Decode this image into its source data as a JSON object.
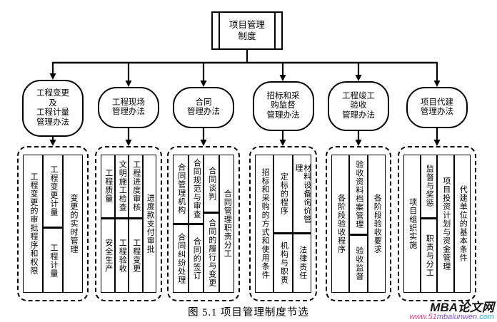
{
  "figure": {
    "root_title": "项目管理\n制度",
    "caption": "图 5.1 项目管理制度节选",
    "watermark": {
      "brand": "MBA论文网",
      "url_segments": [
        {
          "text": "www.51",
          "color": "#d94f8e"
        },
        {
          "text": "mbalunwen",
          "color": "#7d55c8"
        },
        {
          "text": ".com",
          "color": "#2bb3d8"
        }
      ]
    }
  },
  "branches": [
    {
      "oval": "工程变更\n及\n工程计量\n管理办法",
      "columns": [
        {
          "cells": [
            "工程变更的审批程序和权限"
          ]
        },
        {
          "cells": [
            "工程变更计量",
            "工程计量"
          ]
        },
        {
          "cells": [
            "变更的实时管理"
          ]
        }
      ]
    },
    {
      "oval": "工程现场\n管理办法",
      "columns": [
        {
          "cells": [
            "工程质量",
            "安全生产"
          ]
        },
        {
          "cells": [
            "文明施工检查",
            "工程验收"
          ]
        },
        {
          "cells": [
            "工程进度审核",
            "工程变更"
          ]
        },
        {
          "cells": [
            "进度款支付审批"
          ]
        }
      ]
    },
    {
      "oval": "合同\n管理办法",
      "columns": [
        {
          "cells": [
            "合同管理机构",
            "合同纠纷处理"
          ]
        },
        {
          "cells": [
            "合同规范与审查",
            "合同的签订"
          ]
        },
        {
          "cells": [
            "合同谈判",
            "合同的履行与变更"
          ]
        },
        {
          "cells": [
            "合同管理职责分工"
          ]
        }
      ]
    },
    {
      "oval": "招标和采\n购监督\n管理办法",
      "columns": [
        {
          "cells": [
            "招标和采购的方式和使用条件"
          ]
        },
        {
          "cells": [
            "定标的程序",
            "机构与职责"
          ]
        },
        {
          "cells": [
            "材料设备询价管\n理",
            "法律责任"
          ]
        }
      ]
    },
    {
      "oval": "工程竣工\n验收\n管理办法",
      "columns": [
        {
          "cells": [
            "各阶段验收程序"
          ]
        },
        {
          "cells": [
            "验收资料档案管理",
            "验收监督"
          ]
        },
        {
          "cells": [
            "各阶段验收要求"
          ]
        }
      ]
    },
    {
      "oval": "项目代建\n管理办法",
      "columns": [
        {
          "cells": [
            "项目组织实施"
          ]
        },
        {
          "cells": [
            "监督与奖惩",
            "职责与分工"
          ]
        },
        {
          "cells": [
            "项目投资计划与资金管理"
          ]
        },
        {
          "cells": [
            "代建单位的基本条件"
          ]
        }
      ]
    }
  ]
}
